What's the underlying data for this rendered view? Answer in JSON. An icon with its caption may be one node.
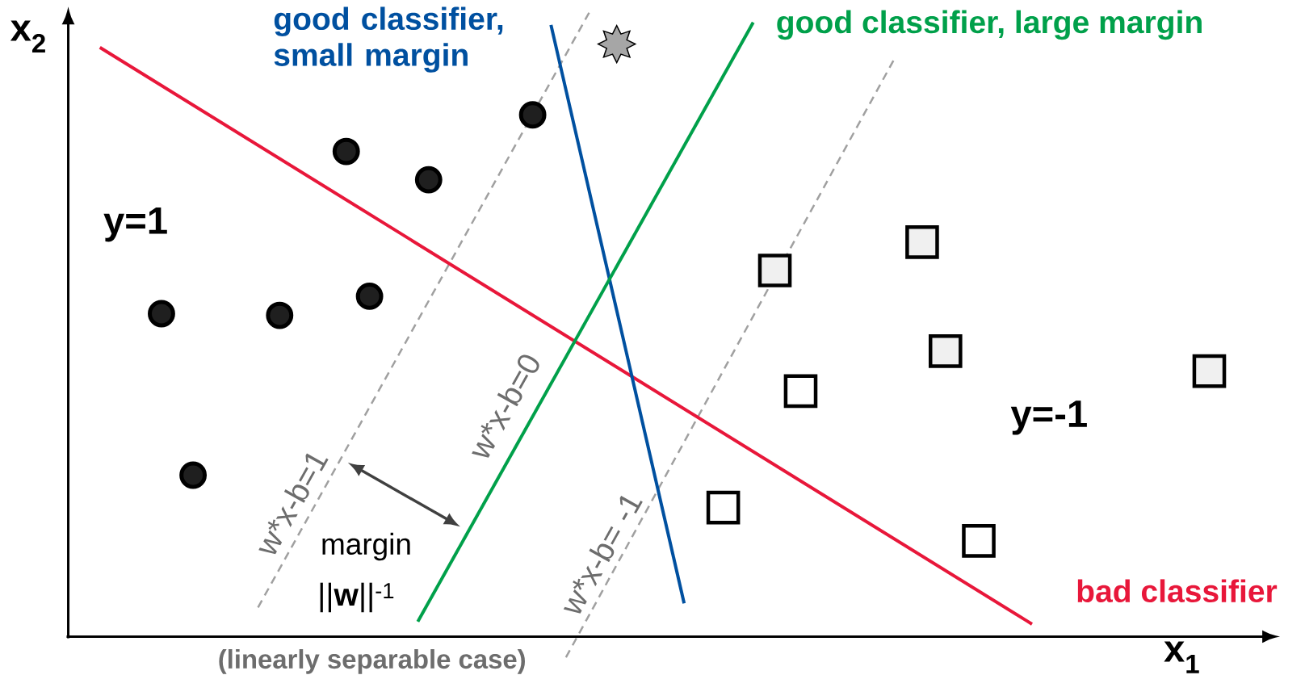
{
  "diagram": {
    "labels": [
      "x$_{2}$",
      "good classifier, small margin",
      "good classifier, large margin",
      "y=1",
      "w*x-b=0",
      "y=-1",
      "w*x-b=1",
      "w*x-b= -1",
      "margin",
      "||**w**||$^{-1}$",
      "bad classifier",
      "(linearly separable case)",
      "x$_{1}$"
    ]
  }
}
